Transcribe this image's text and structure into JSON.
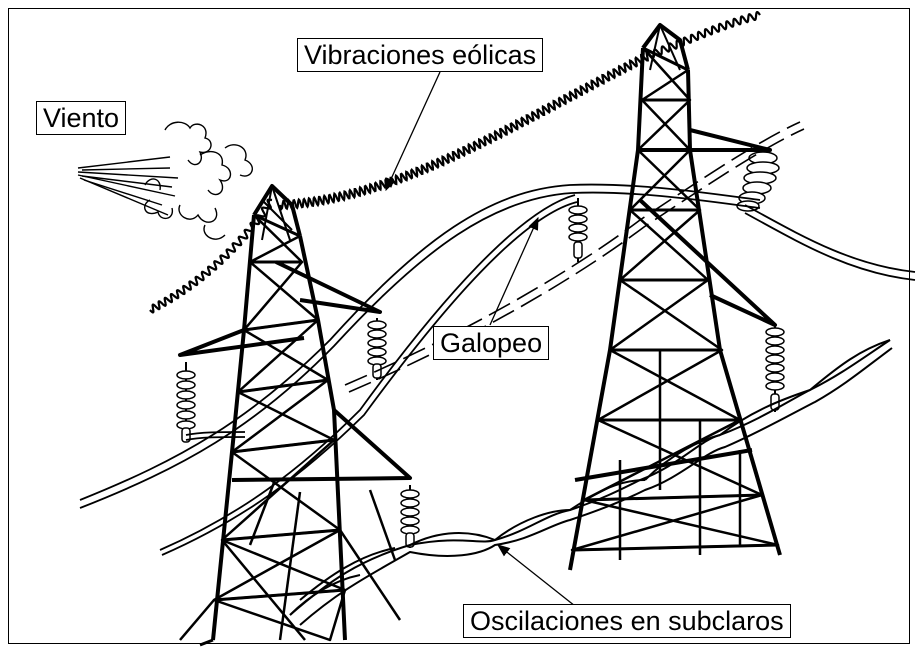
{
  "labels": {
    "viento": "Viento",
    "vibraciones": "Vibraciones eólicas",
    "galopeo": "Galopeo",
    "subclaros": "Oscilaciones en subclaros"
  },
  "colors": {
    "stroke": "#000000",
    "background": "#ffffff"
  }
}
